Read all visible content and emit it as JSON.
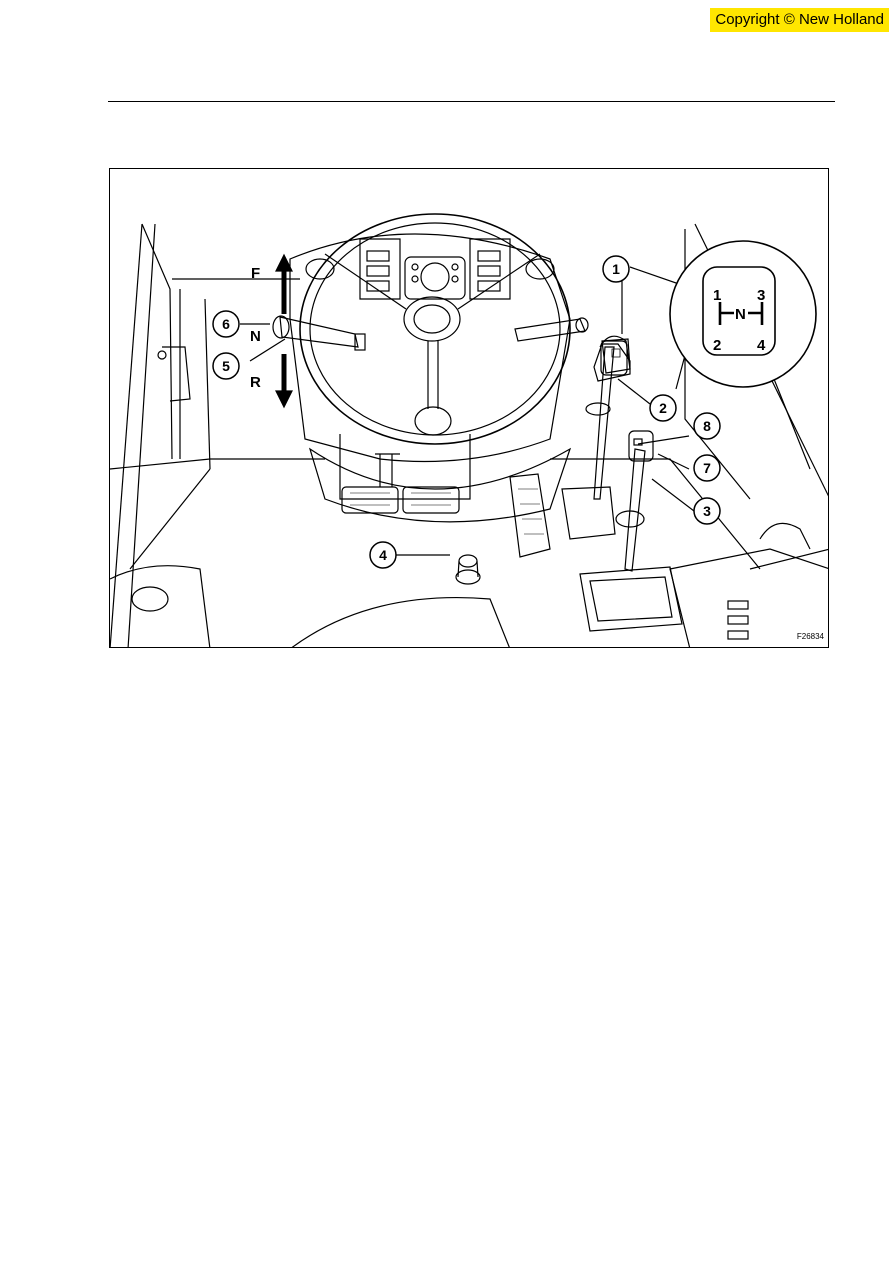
{
  "header": {
    "copyright": "Copyright © New Holland"
  },
  "figure": {
    "direction_labels": {
      "forward": "F",
      "neutral": "N",
      "reverse": "R"
    },
    "callouts": [
      "1",
      "2",
      "3",
      "4",
      "5",
      "6",
      "7",
      "8"
    ],
    "shift_pattern": {
      "g1": "1",
      "g2": "2",
      "g3": "3",
      "g4": "4",
      "neutral": "N"
    },
    "figure_code": "F26834"
  }
}
